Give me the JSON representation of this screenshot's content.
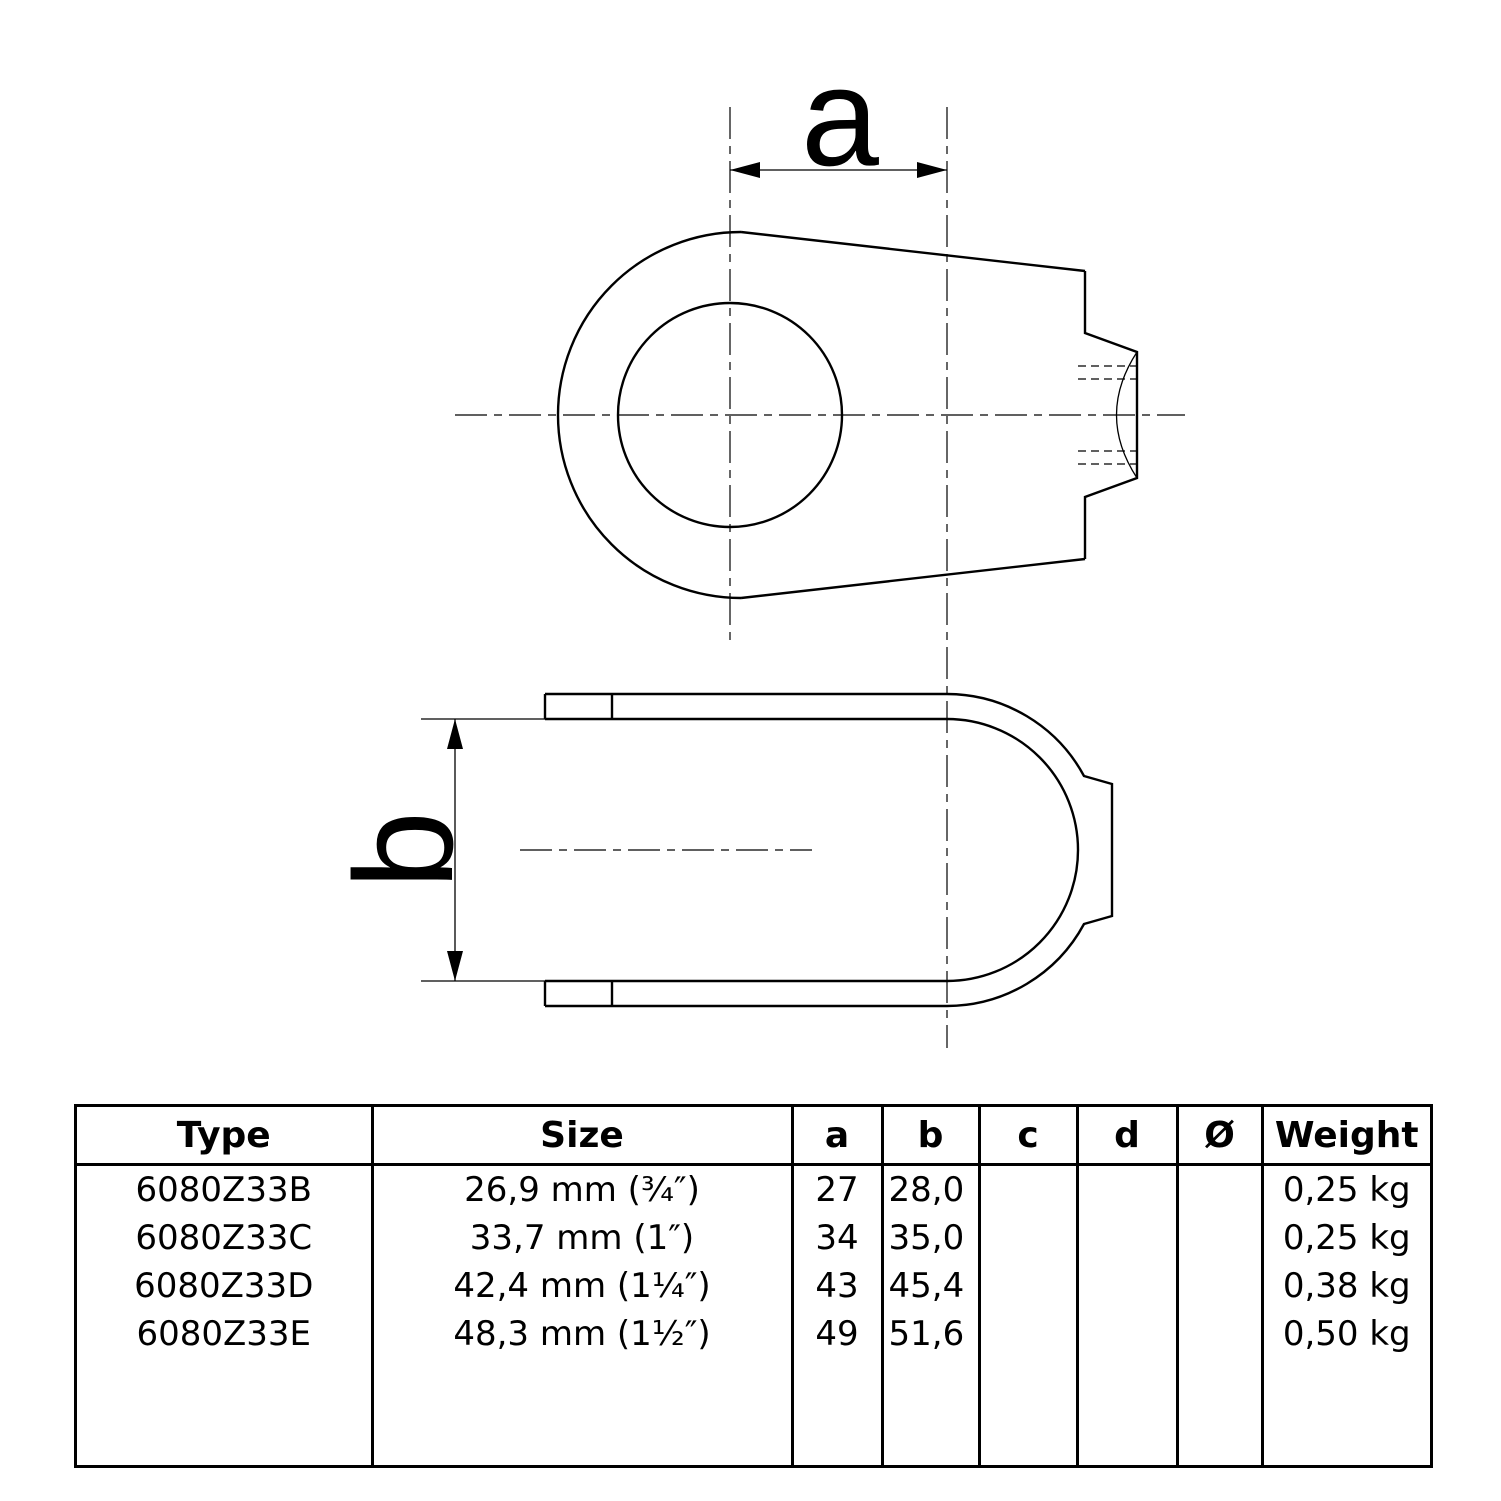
{
  "drawing": {
    "dim_a_label": "a",
    "dim_b_label": "b"
  },
  "table": {
    "headers": [
      "Type",
      "Size",
      "a",
      "b",
      "c",
      "d",
      "Ø",
      "Weight"
    ],
    "rows": [
      [
        "6080Z33B",
        "26,9 mm (¾″)",
        "27",
        "28,0",
        "",
        "",
        "",
        "0,25 kg"
      ],
      [
        "6080Z33C",
        "33,7 mm (1″)",
        "34",
        "35,0",
        "",
        "",
        "",
        "0,25 kg"
      ],
      [
        "6080Z33D",
        "42,4 mm (1¼″)",
        "43",
        "45,4",
        "",
        "",
        "",
        "0,38 kg"
      ],
      [
        "6080Z33E",
        "48,3 mm (1½″)",
        "49",
        "51,6",
        "",
        "",
        "",
        "0,50 kg"
      ]
    ]
  }
}
